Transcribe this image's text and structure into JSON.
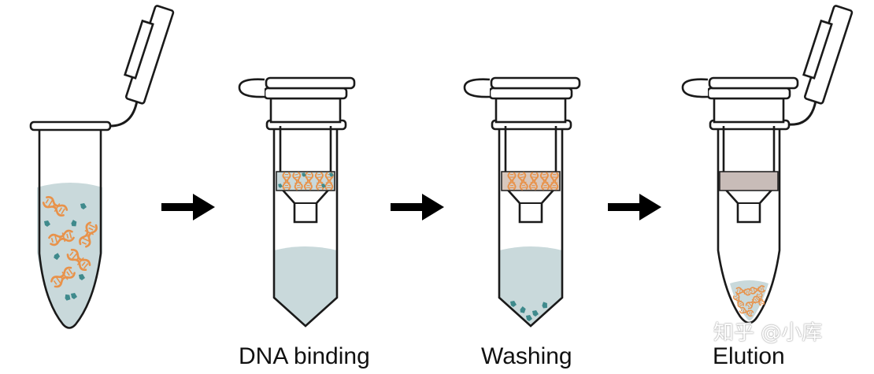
{
  "steps": [
    {
      "id": "sample",
      "label": ""
    },
    {
      "id": "dna-binding",
      "label": "DNA binding"
    },
    {
      "id": "washing",
      "label": "Washing"
    },
    {
      "id": "elution",
      "label": "Elution"
    }
  ],
  "watermark": "知乎 @小库",
  "icons": [
    "arrow-right-icon",
    "dna-helix-icon",
    "contaminant-fragment-icon",
    "microcentrifuge-tube-icon",
    "spin-column-icon"
  ],
  "colors": {
    "outline": "#1a1a1a",
    "liquid": "#c9d9db",
    "dna": "#e8924a",
    "contaminant": "#3f8a8c",
    "membrane_binding": "#c9d9db",
    "membrane_washed": "#d9c8bd",
    "membrane_empty": "#c8bcb8",
    "arrow": "#000000"
  }
}
